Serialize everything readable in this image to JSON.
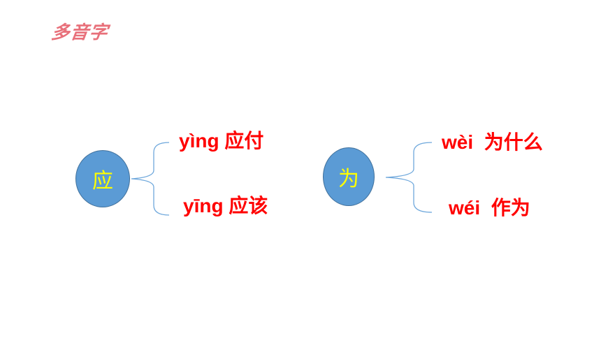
{
  "title": "多音字",
  "groups": [
    {
      "character": "应",
      "readings": [
        {
          "pinyin": "yìng",
          "word": "应付"
        },
        {
          "pinyin": "yīng",
          "word": "应该"
        }
      ]
    },
    {
      "character": "为",
      "readings": [
        {
          "pinyin": "wèi",
          "word": "为什么"
        },
        {
          "pinyin": "wéi",
          "word": "作为"
        }
      ]
    }
  ],
  "colors": {
    "title": "#e8707a",
    "circle_fill": "#5b9bd5",
    "circle_text": "#ffff00",
    "reading_text": "#ff0000",
    "brace": "#6fa8dc"
  }
}
